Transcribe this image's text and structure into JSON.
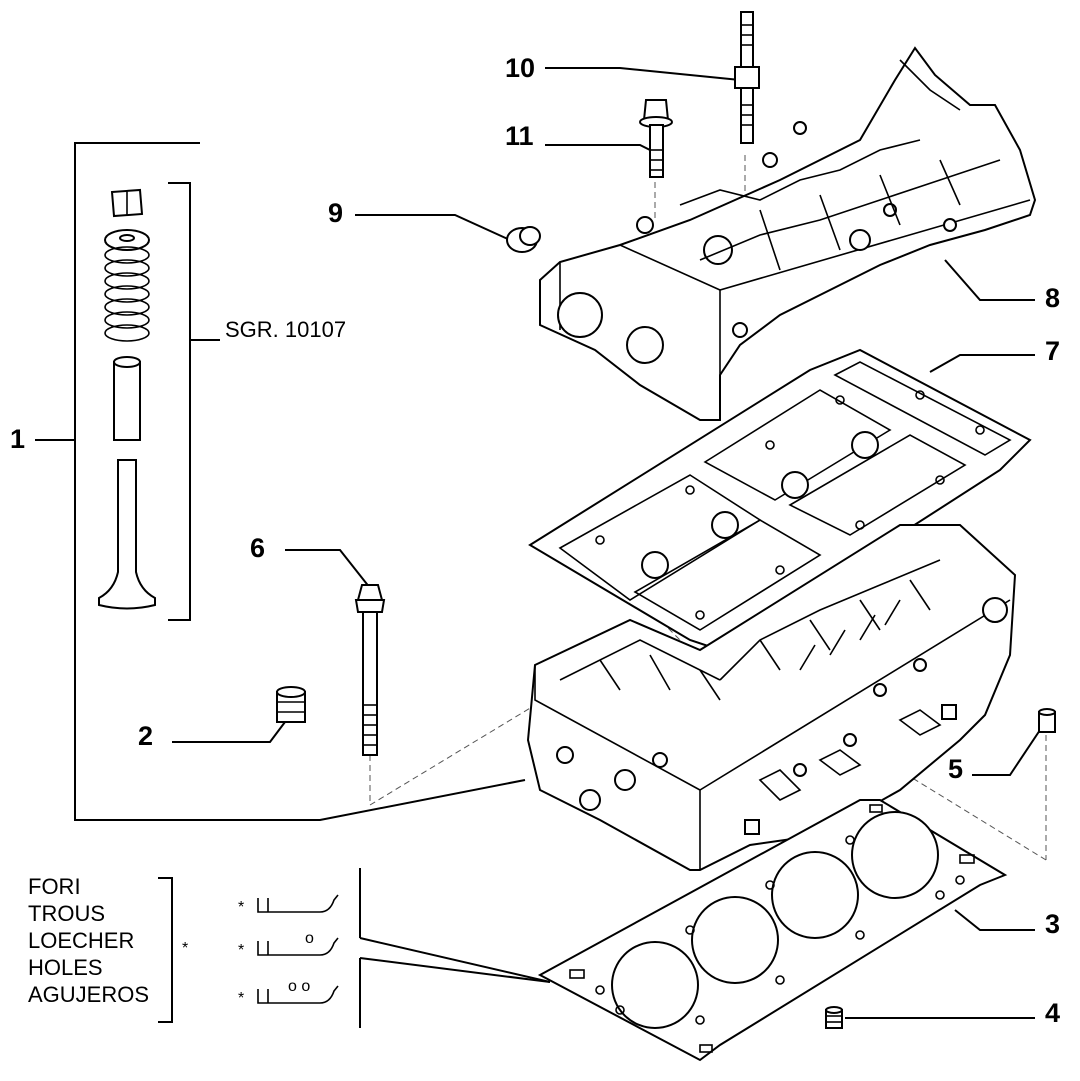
{
  "callouts": [
    "1",
    "2",
    "3",
    "4",
    "5",
    "6",
    "7",
    "8",
    "9",
    "10",
    "11"
  ],
  "sgr_label": "SGR. 10107",
  "legend": {
    "words": [
      "FORI",
      "TROUS",
      "LOECHER",
      "HOLES",
      "AGUJEROS"
    ],
    "asterisk": "*",
    "holes_row2": "o",
    "holes_row3": "o o"
  }
}
